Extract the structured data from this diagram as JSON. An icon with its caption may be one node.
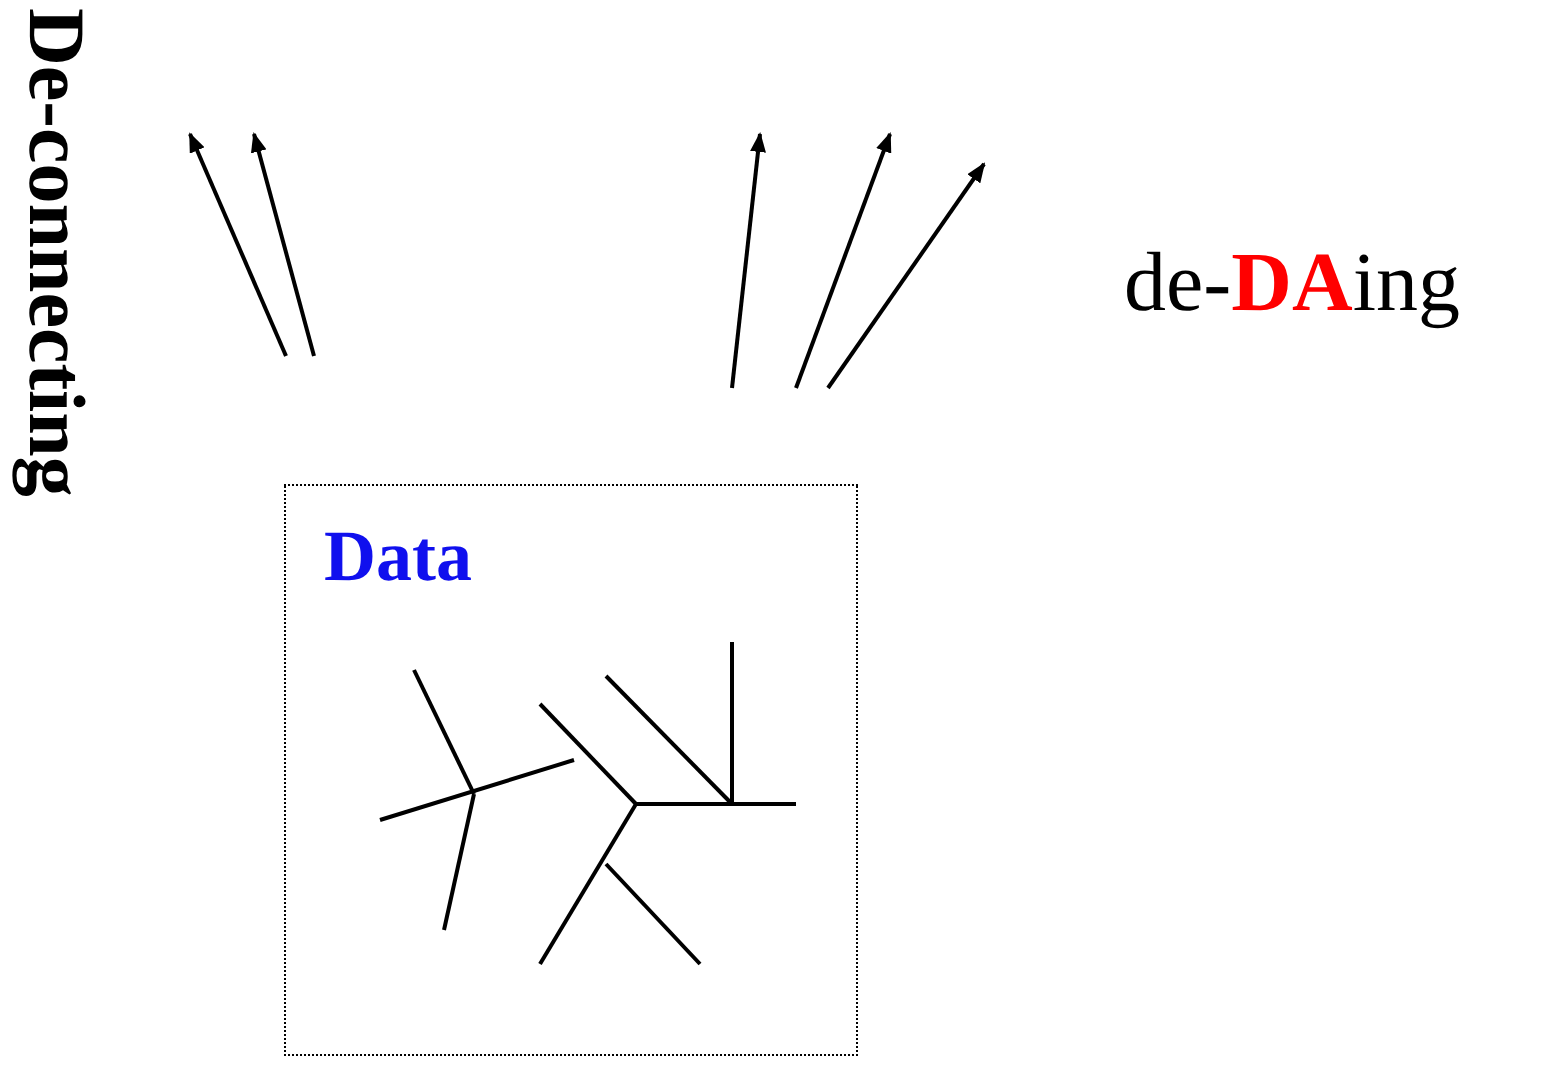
{
  "diagram": {
    "nodes": [
      {
        "text": [
          "Data"
        ]
      }
    ],
    "edges": [],
    "labels": [
      "De-connecting",
      "de-**DA**ing"
    ]
  }
}
